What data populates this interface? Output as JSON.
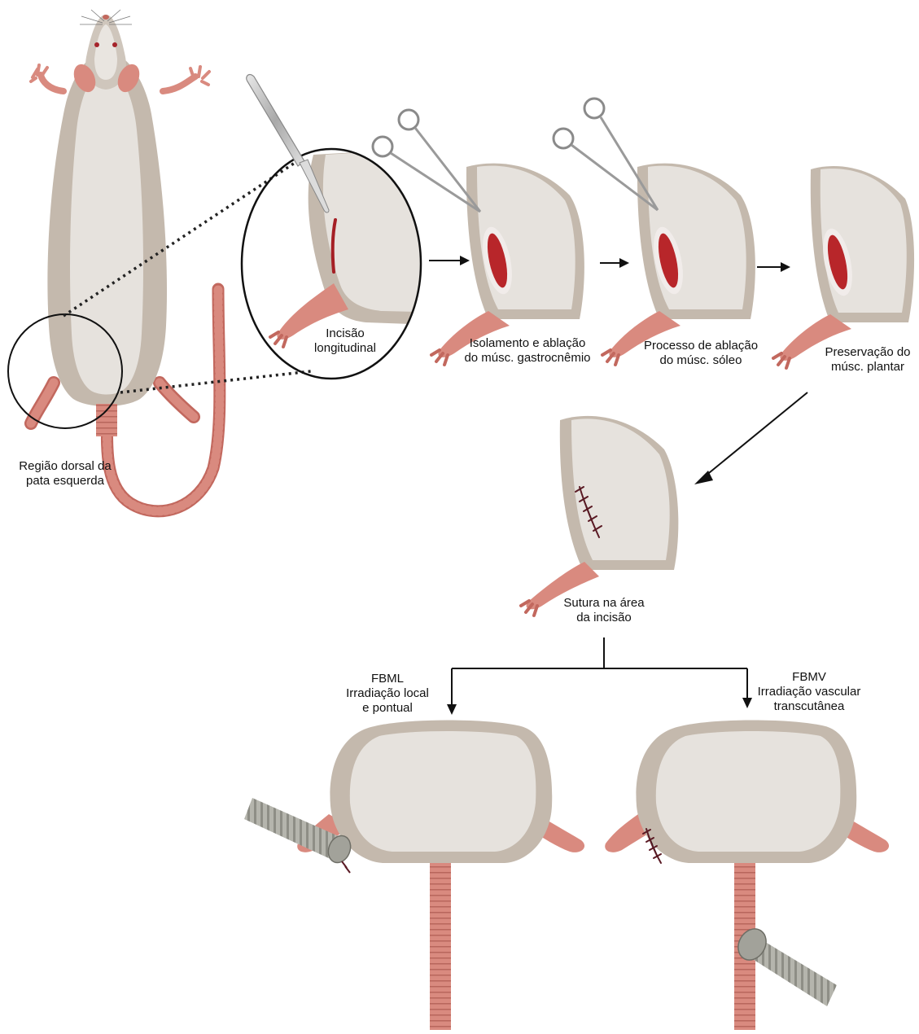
{
  "labels": {
    "dorsal_region": [
      "Região dorsal da",
      "pata esquerda"
    ],
    "incision": [
      "Incisão",
      "longitudinal"
    ],
    "isolation": [
      "Isolamento e ablação",
      "do músc. gastrocnêmio"
    ],
    "soleus": [
      "Processo de ablação",
      "do músc. sóleo"
    ],
    "plantar": [
      "Preservação do",
      "músc. plantar"
    ],
    "suture": [
      "Sutura na área",
      "da incisão"
    ],
    "fbml": [
      "FBML",
      "Irradiação local",
      "e pontual"
    ],
    "fbmv": [
      "FBMV",
      "Irradiação vascular",
      "transcutânea"
    ]
  },
  "colors": {
    "skin_outer": "#c4b9ad",
    "skin_inner": "#e6e2dd",
    "pink": "#d98a7f",
    "pink_dark": "#c2685e",
    "wound": "#b8262a",
    "suture": "#5a1a24",
    "steel": "#b9b9b9"
  }
}
